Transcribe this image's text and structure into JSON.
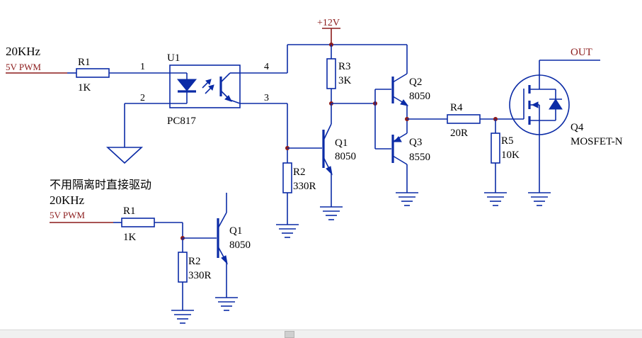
{
  "top_circuit": {
    "input_freq": "20KHz",
    "input_signal": "5V PWM",
    "r1": {
      "ref": "R1",
      "value": "1K"
    },
    "u1": {
      "ref": "U1",
      "part": "PC817",
      "pins": [
        "1",
        "2",
        "3",
        "4"
      ]
    },
    "supply": "+12V",
    "r3": {
      "ref": "R3",
      "value": "3K"
    },
    "q1": {
      "ref": "Q1",
      "part": "8050"
    },
    "r2": {
      "ref": "R2",
      "value": "330R"
    },
    "q2": {
      "ref": "Q2",
      "part": "8050"
    },
    "q3": {
      "ref": "Q3",
      "part": "8550"
    },
    "r4": {
      "ref": "R4",
      "value": "20R"
    },
    "r5": {
      "ref": "R5",
      "value": "10K"
    },
    "q4": {
      "ref": "Q4",
      "part": "MOSFET-N"
    },
    "out": "OUT"
  },
  "bottom_circuit": {
    "caption": "不用隔离时直接驱动",
    "input_freq": "20KHz",
    "input_signal": "5V PWM",
    "r1": {
      "ref": "R1",
      "value": "1K"
    },
    "r2": {
      "ref": "R2",
      "value": "330R"
    },
    "q1": {
      "ref": "Q1",
      "part": "8050"
    }
  },
  "colors": {
    "wire": "#0b2ba6",
    "net": "#8b1a1a",
    "text": "#000000"
  }
}
